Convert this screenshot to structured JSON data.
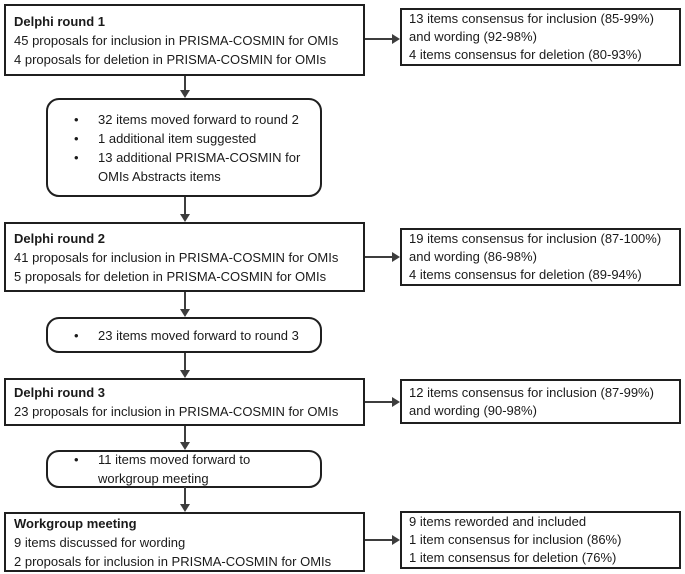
{
  "colors": {
    "border": "#1f1f1f",
    "arrow": "#3d3d3d",
    "text": "#1a1a1a",
    "bg": "#ffffff"
  },
  "bullet_glyph": "•",
  "left_boxes": [
    {
      "title": "Delphi round 1",
      "lines": [
        "45 proposals for inclusion in PRISMA-COSMIN for OMIs",
        "4 proposals for deletion in PRISMA-COSMIN for OMIs"
      ]
    },
    {
      "title": "Delphi round 2",
      "lines": [
        "41 proposals for inclusion in PRISMA-COSMIN for OMIs",
        "5 proposals for deletion in PRISMA-COSMIN for OMIs"
      ]
    },
    {
      "title": "Delphi round 3",
      "lines": [
        "23 proposals for inclusion in PRISMA-COSMIN for OMIs"
      ]
    },
    {
      "title": "Workgroup meeting",
      "lines": [
        "9 items discussed for wording",
        "2 proposals for inclusion in PRISMA-COSMIN for OMIs"
      ]
    }
  ],
  "rounded_boxes": [
    {
      "bullets": [
        "32 items moved forward to round 2",
        "1 additional item suggested",
        "13 additional PRISMA-COSMIN for\nOMIs Abstracts items"
      ]
    },
    {
      "bullets": [
        "23 items moved forward to round 3"
      ]
    },
    {
      "bullets": [
        "11 items moved forward to\nworkgroup meeting"
      ]
    }
  ],
  "right_boxes": [
    {
      "lines": [
        "13 items consensus for inclusion (85-99%)",
        "and wording (92-98%)",
        "4 items consensus for deletion (80-93%)"
      ]
    },
    {
      "lines": [
        "19 items consensus for inclusion (87-100%)",
        "and wording (86-98%)",
        "4 items consensus for deletion (89-94%)"
      ]
    },
    {
      "lines": [
        "12 items consensus for inclusion (87-99%)",
        "and wording (90-98%)"
      ]
    },
    {
      "lines": [
        "9 items reworded and included",
        "1 item consensus for inclusion (86%)",
        "1 item consensus for deletion (76%)"
      ]
    }
  ]
}
